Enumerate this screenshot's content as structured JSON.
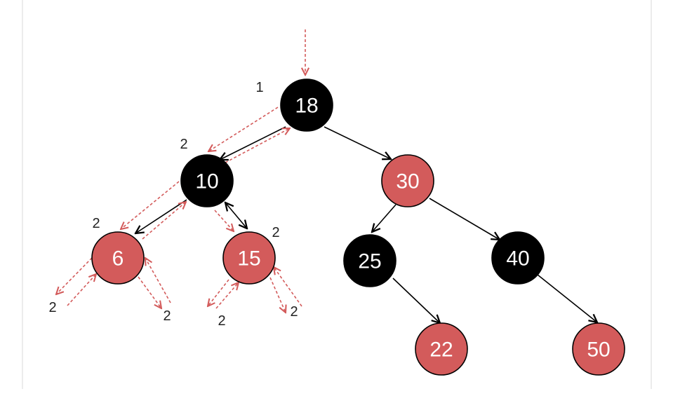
{
  "colors": {
    "red": "#d35b5b",
    "black": "#000000"
  },
  "nodes": [
    {
      "label": "18",
      "color": "black"
    },
    {
      "label": "10",
      "color": "black"
    },
    {
      "label": "30",
      "color": "red"
    },
    {
      "label": "6",
      "color": "red"
    },
    {
      "label": "15",
      "color": "red"
    },
    {
      "label": "25",
      "color": "black"
    },
    {
      "label": "40",
      "color": "black"
    },
    {
      "label": "22",
      "color": "red"
    },
    {
      "label": "50",
      "color": "red"
    }
  ],
  "counts": [
    "1",
    "2",
    "2",
    "2",
    "2",
    "2",
    "2",
    "2"
  ]
}
